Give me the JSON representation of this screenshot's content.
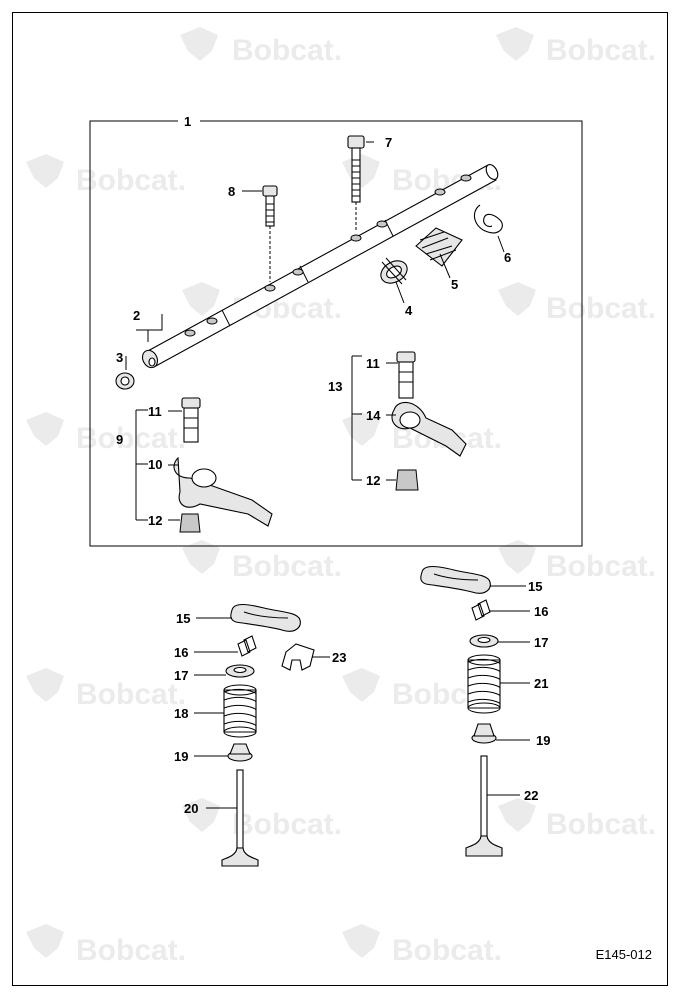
{
  "brand": {
    "watermark_text": "Bobcat.",
    "watermark_color": "#ebebeb"
  },
  "drawing_code": "E145-012",
  "callouts": [
    {
      "id": "c1",
      "label": "1"
    },
    {
      "id": "c2",
      "label": "2"
    },
    {
      "id": "c3",
      "label": "3"
    },
    {
      "id": "c4",
      "label": "4"
    },
    {
      "id": "c5",
      "label": "5"
    },
    {
      "id": "c6",
      "label": "6"
    },
    {
      "id": "c7",
      "label": "7"
    },
    {
      "id": "c8",
      "label": "8"
    },
    {
      "id": "c9",
      "label": "9"
    },
    {
      "id": "c10",
      "label": "10"
    },
    {
      "id": "c11a",
      "label": "11"
    },
    {
      "id": "c12a",
      "label": "12"
    },
    {
      "id": "c13",
      "label": "13"
    },
    {
      "id": "c11b",
      "label": "11"
    },
    {
      "id": "c14",
      "label": "14"
    },
    {
      "id": "c12b",
      "label": "12"
    },
    {
      "id": "c15a",
      "label": "15"
    },
    {
      "id": "c16a",
      "label": "16"
    },
    {
      "id": "c17a",
      "label": "17"
    },
    {
      "id": "c18",
      "label": "18"
    },
    {
      "id": "c19a",
      "label": "19"
    },
    {
      "id": "c20",
      "label": "20"
    },
    {
      "id": "c23",
      "label": "23"
    },
    {
      "id": "c15b",
      "label": "15"
    },
    {
      "id": "c16b",
      "label": "16"
    },
    {
      "id": "c17b",
      "label": "17"
    },
    {
      "id": "c21",
      "label": "21"
    },
    {
      "id": "c19b",
      "label": "19"
    },
    {
      "id": "c22",
      "label": "22"
    }
  ]
}
